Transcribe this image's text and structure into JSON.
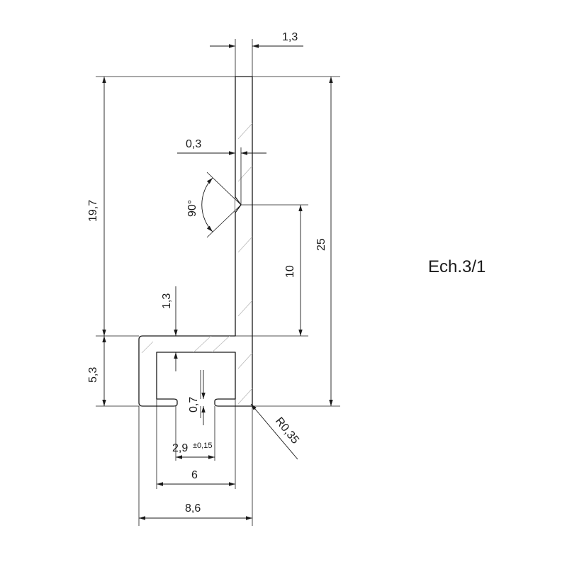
{
  "dimensions": {
    "wall_thickness_top": "1,3",
    "notch_depth": "0,3",
    "angle": "90°",
    "upper_height": "19,7",
    "notch_height": "10",
    "total_height": "25",
    "lip_thickness": "1,3",
    "base_height": "5,3",
    "slot_gap": "0,7",
    "slot_width": "2,9",
    "slot_tolerance": "±0,15",
    "inner_width": "6",
    "outer_width": "8,6",
    "radius": "R0,35"
  },
  "scale_label": "Ech.3/1",
  "colors": {
    "line": "#1a1a1a",
    "hatch": "#b8b8b8",
    "background": "#ffffff"
  }
}
